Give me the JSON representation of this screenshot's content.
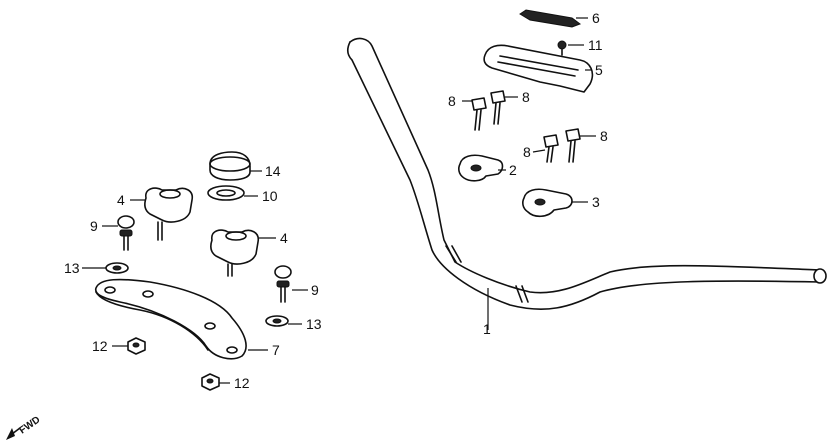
{
  "callouts": {
    "c1": "1",
    "c2": "2",
    "c3": "3",
    "c4a": "4",
    "c4b": "4",
    "c5": "5",
    "c6": "6",
    "c7": "7",
    "c8a": "8",
    "c8b": "8",
    "c8c": "8",
    "c8d": "8",
    "c9a": "9",
    "c9b": "9",
    "c10": "10",
    "c11": "11",
    "c12a": "12",
    "c12b": "12",
    "c13a": "13",
    "c13b": "13",
    "c14": "14"
  },
  "direction_label": "FWD",
  "icons": {
    "direction": "arrow-icon"
  }
}
